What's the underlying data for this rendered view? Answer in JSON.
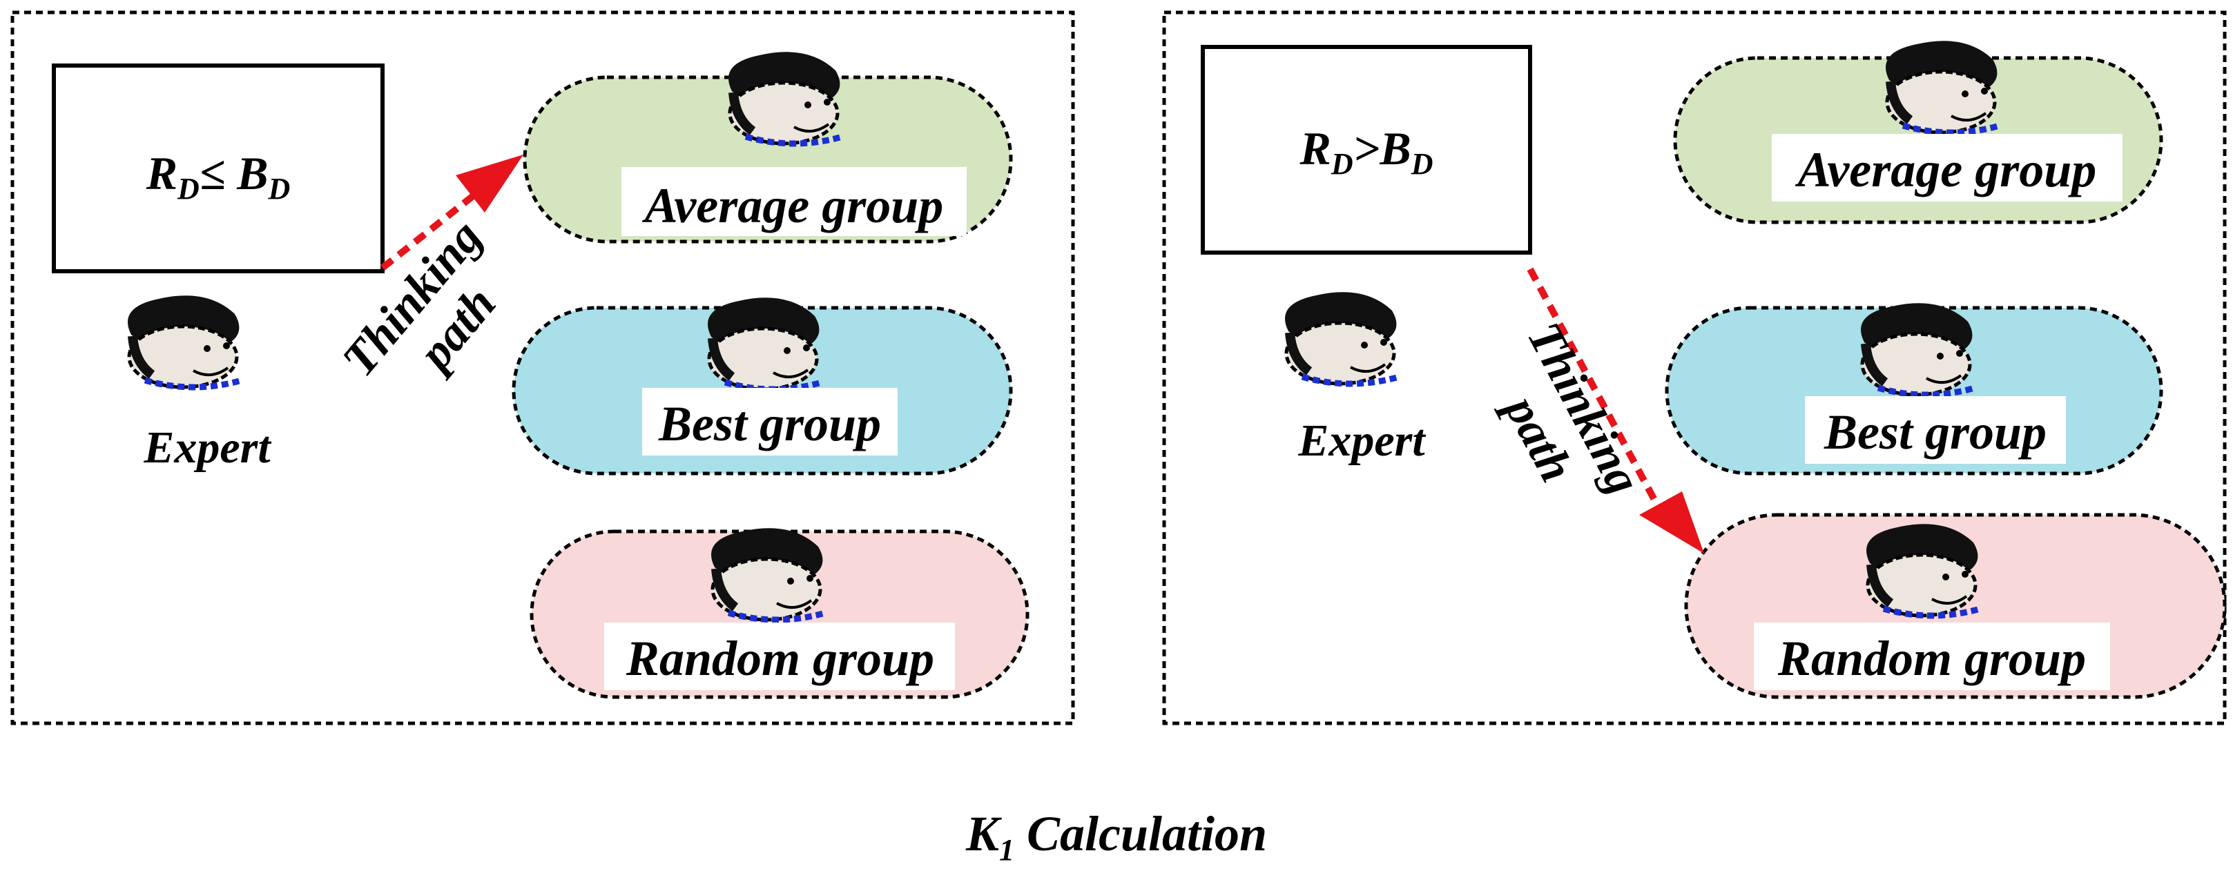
{
  "panels": [
    {
      "condition": {
        "r": "R",
        "r_sub": "D",
        "op": "≤ ",
        "b": "B",
        "b_sub": "D"
      },
      "expert_label": "Expert",
      "path_label_1": "Thinking",
      "path_label_2": "path",
      "groups": [
        "Average group",
        "Best group",
        "Random group"
      ],
      "arrow_target": "Average group"
    },
    {
      "condition": {
        "r": "R",
        "r_sub": "D",
        "op": ">",
        "b": "B",
        "b_sub": "D"
      },
      "expert_label": "Expert",
      "path_label_1": "Thinking",
      "path_label_2": "path",
      "groups": [
        "Average group",
        "Best group",
        "Random group"
      ],
      "arrow_target": "Random group"
    }
  ],
  "caption": {
    "k": "K",
    "sub": "1",
    "text": " Calculation"
  },
  "colors": {
    "average": "#d5e5c0",
    "best": "#a8dfe9",
    "random": "#f8d8d8",
    "arrow": "#e8141b"
  },
  "icons": {
    "person": "cartoon-face-icon"
  }
}
